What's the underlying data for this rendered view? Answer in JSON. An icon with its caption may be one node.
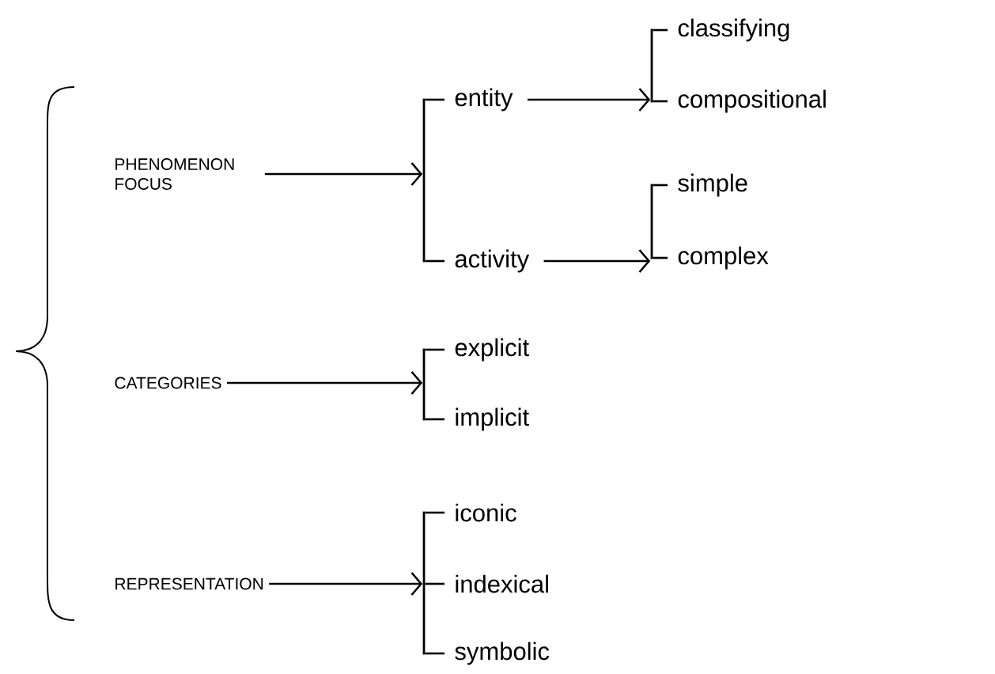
{
  "diagram": {
    "nodes": [
      {
        "text": [
          "PHENOMENON FOCUS"
        ]
      },
      {
        "text": [],
        "shape": "bar"
      },
      {
        "text": [
          "entity"
        ]
      },
      {
        "text": [],
        "shape": "bar"
      },
      {
        "text": [
          "classifying"
        ]
      },
      {
        "text": [
          "compositional"
        ]
      },
      {
        "text": [
          "activity"
        ]
      },
      {
        "text": [],
        "shape": "bar"
      },
      {
        "text": [
          "simple"
        ]
      },
      {
        "text": [
          "complex"
        ]
      },
      {
        "text": [
          "CATEGORIES"
        ]
      },
      {
        "text": [],
        "shape": "bar"
      },
      {
        "text": [
          "explicit"
        ]
      },
      {
        "text": [
          "implicit"
        ]
      },
      {
        "text": [
          "REPRESENTATION"
        ]
      },
      {
        "text": [],
        "shape": "bar"
      },
      {
        "text": [
          "iconic"
        ]
      },
      {
        "text": [
          "indexical"
        ]
      },
      {
        "text": [
          "symbolic"
        ]
      }
    ],
    "edges": [
      {
        "from": 0,
        "to": 1,
        "arrow": "to"
      },
      {
        "from": 1,
        "to": 2,
        "arrow": "none"
      },
      {
        "from": 1,
        "to": 6,
        "arrow": "none"
      },
      {
        "from": 2,
        "to": 3,
        "arrow": "to"
      },
      {
        "from": 3,
        "to": 4,
        "arrow": "none"
      },
      {
        "from": 3,
        "to": 5,
        "arrow": "none"
      },
      {
        "from": 6,
        "to": 7,
        "arrow": "to"
      },
      {
        "from": 7,
        "to": 8,
        "arrow": "none"
      },
      {
        "from": 7,
        "to": 9,
        "arrow": "none"
      },
      {
        "from": 10,
        "to": 11,
        "arrow": "to"
      },
      {
        "from": 11,
        "to": 12,
        "arrow": "none"
      },
      {
        "from": 11,
        "to": 13,
        "arrow": "none"
      },
      {
        "from": 14,
        "to": 15,
        "arrow": "to"
      },
      {
        "from": 15,
        "to": 16,
        "arrow": "none"
      },
      {
        "from": 15,
        "to": 17,
        "arrow": "none"
      },
      {
        "from": 15,
        "to": 18,
        "arrow": "none"
      }
    ]
  }
}
